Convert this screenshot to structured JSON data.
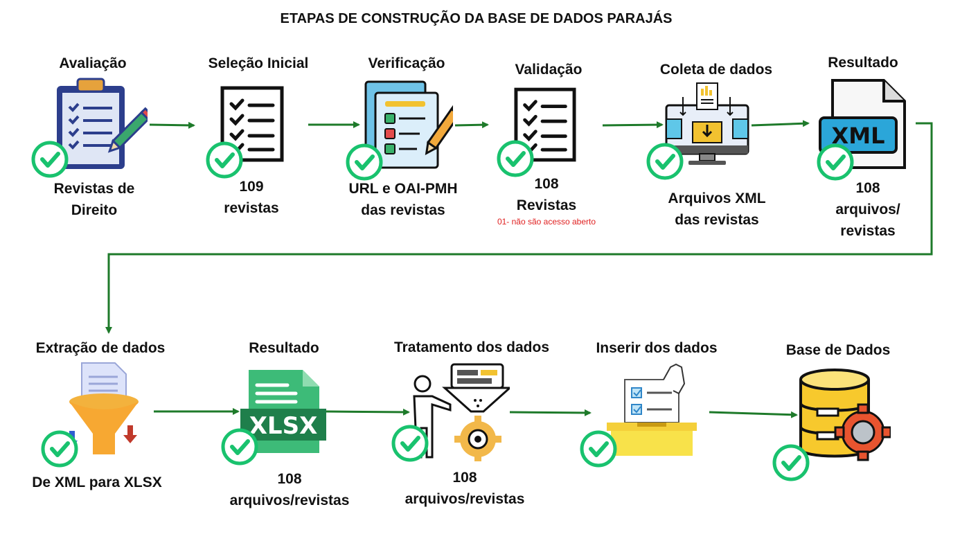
{
  "title": "ETAPAS DE CONSTRUÇÃO DA BASE DE DADOS PARAJÁS",
  "row1": [
    {
      "title": "Avaliação",
      "caption_lines": [
        "Revistas de",
        "Direito"
      ],
      "icon": "clipboard-checklist-icon"
    },
    {
      "title": "Seleção Inicial",
      "caption_lines": [
        "109",
        "revistas"
      ],
      "icon": "checklist-icon"
    },
    {
      "title": "Verificação",
      "caption_lines": [
        "URL e OAI-PMH",
        "das revistas"
      ],
      "icon": "checklist-pencil-icon"
    },
    {
      "title": "Validação",
      "caption_lines": [
        "108",
        "Revistas"
      ],
      "note": "01- não são acesso aberto",
      "icon": "checklist-icon"
    },
    {
      "title": "Coleta de dados",
      "caption_lines": [
        "Arquivos XML",
        "das revistas"
      ],
      "icon": "data-collection-monitor-icon"
    },
    {
      "title": "Resultado",
      "caption_lines": [
        "108",
        "arquivos/",
        "revistas"
      ],
      "icon": "xml-file-icon"
    }
  ],
  "row2": [
    {
      "title": "Extração de dados",
      "caption_lines": [
        "De XML para XLSX"
      ],
      "icon": "funnel-extraction-icon"
    },
    {
      "title": "Resultado",
      "caption_lines": [
        "108",
        "arquivos/revistas"
      ],
      "icon": "xlsx-file-icon"
    },
    {
      "title": "Tratamento dos dados",
      "caption_lines": [
        "108",
        "arquivos/revistas"
      ],
      "icon": "data-processing-person-icon"
    },
    {
      "title": "Inserir dos dados",
      "caption_lines": [],
      "icon": "ballot-box-icon"
    },
    {
      "title": "Base de Dados",
      "caption_lines": [],
      "icon": "database-gear-icon"
    }
  ],
  "icons": {
    "check": "check-circle-icon"
  },
  "colors": {
    "arrow": "#1e7a2a",
    "check": "#19c26e",
    "note": "#e02020"
  }
}
